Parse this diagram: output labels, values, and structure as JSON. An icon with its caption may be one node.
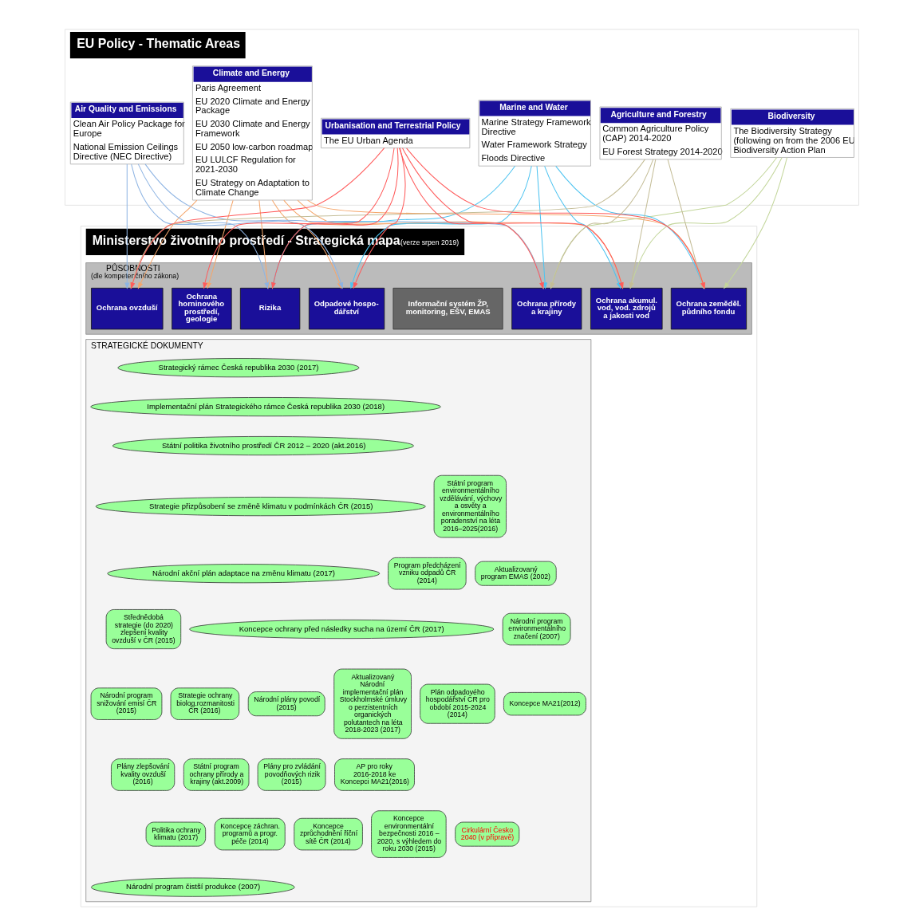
{
  "diagram": {
    "nodes": [
      {
        "text": [
          "EU Policy - Thematic Areas"
        ]
      },
      {
        "text": [
          "Climate and Energy",
          "Paris Agreement",
          "EU 2020 Climate and Energy Package",
          "EU 2030 Climate and Energy Framework",
          "EU 2050 low-carbon roadmap",
          "EU LULCF Regulation for 2021-2030",
          "EU Strategy on Adaptation to Climate Change"
        ],
        "in": 0
      },
      {
        "text": [
          "Air Quality and Emissions",
          "Clean Air Policy Package for Europe",
          "National Emission Ceilings Directive (NEC Directive)"
        ],
        "in": 0
      },
      {
        "text": [
          "Biodiversity",
          "The Biodiversity Strategy (following on from the 2006 EU Biodiversity Action Plan"
        ],
        "in": 0
      },
      {
        "text": [
          "Marine and Water",
          "Marine Strategy Framework Directive",
          "Water Framework Strategy",
          "Floods Directive"
        ],
        "in": 0
      },
      {
        "text": [
          "Agriculture and Forestry",
          "Common Agriculture Policy (CAP) 2014-2020",
          "EU Forest Strategy 2014-2020"
        ],
        "in": 0
      },
      {
        "text": [
          "Urbanisation and Terrestrial Policy",
          "The EU Urban Agenda"
        ],
        "in": 0
      },
      {
        "text": [
          "Ministerstvo životního prostředí - Strategická mapa",
          "(verze srpen 2019)"
        ]
      },
      {
        "text": [
          "PŮSOBNOSTI",
          "(dle kompetenčního zákona)"
        ],
        "in": 7
      },
      {
        "text": [
          "Ochrana ovzduší"
        ],
        "in": 8
      },
      {
        "text": [
          "Ochrana přírody a krajiny"
        ],
        "in": 8
      },
      {
        "text": [
          "Ochrana akumul. vod, vod. zdrojů a jakosti vod"
        ],
        "in": 8
      },
      {
        "text": [
          "Rizika"
        ],
        "in": 8
      },
      {
        "text": [
          "Ochrana zeměděl. půdního fondu"
        ],
        "in": 8
      },
      {
        "text": [
          "Ochrana horninového prostředí, geologie"
        ],
        "in": 8
      },
      {
        "text": [
          "Odpadové hospo-dářství"
        ],
        "in": 8
      },
      {
        "text": [
          "Informační systém ŽP, monitoring, EŠV, EMAS"
        ],
        "in": 8
      },
      {
        "text": [
          "STRATEGICKÉ DOKUMENTY"
        ],
        "in": 7
      },
      {
        "text": [
          "Strategický rámec Česká republika 2030 (2017)"
        ],
        "in": 17
      },
      {
        "text": [
          "Implementační plán Strategického rámce Česká republika 2030 (2018)"
        ],
        "in": 17
      },
      {
        "text": [
          "Státní politika životního prostředí ČR 2012 – 2020 (akt.2016)"
        ],
        "in": 17
      },
      {
        "text": [
          "Strategie přizpůsobení se změně klimatu v podmínkách ČR (2015)"
        ],
        "in": 17
      },
      {
        "text": [
          "Státní program environmentálního vzdělávání, výchovy a osvěty a environmentálního poradenství na léta 2016–2025(2016)"
        ],
        "in": 17
      },
      {
        "text": [
          "Národní akční plán adaptace na změnu klimatu (2017)"
        ],
        "in": 17
      },
      {
        "text": [
          "Program předcházení vzniku odpadů ČR (2014)"
        ],
        "in": 17
      },
      {
        "text": [
          "Aktualizovaný program EMAS (2002)"
        ],
        "in": 17
      },
      {
        "text": [
          "Koncepce ochrany před následky sucha na území ČR (2017)"
        ],
        "in": 17
      },
      {
        "text": [
          "Střednědobá strategie (do 2020) zlepšení kvality ovzduší v ČR (2015)"
        ],
        "in": 17
      },
      {
        "text": [
          "Strategie ochrany biolog.rozmanitosti ČR (2016)"
        ],
        "in": 17
      },
      {
        "text": [
          "Národní plány povodí (2015)"
        ],
        "in": 17
      },
      {
        "text": [
          "Aktualizovaný Národní implementační plán Stockholmské úmluvy o perzistentních organických polutantech na léta 2018-2023 (2017)"
        ],
        "in": 17
      },
      {
        "text": [
          "Národní program environmentálního značení (2007)"
        ],
        "in": 17
      },
      {
        "text": [
          "Plán odpadového hospodářství ČR pro období 2015-2024 (2014)"
        ],
        "in": 17
      },
      {
        "text": [
          "Národní program snižování emisí ČR (2015)"
        ],
        "in": 17
      },
      {
        "text": [
          "Koncepce MA21(2012)"
        ],
        "in": 17
      },
      {
        "text": [
          "Státní program ochrany přírody a krajiny (akt.2009)"
        ],
        "in": 17
      },
      {
        "text": [
          "Plány pro zvládání povodňových rizik (2015)"
        ],
        "in": 17
      },
      {
        "text": [
          "AP pro roky 2016-2018 ke Koncepci MA21(2016)"
        ],
        "in": 17
      },
      {
        "text": [
          "Plány zlepšování kvality ovzduší (2016)"
        ],
        "in": 17
      },
      {
        "text": [
          "Koncepce environmentální bezpečnosti 2016 – 2020, s výhledem do roku 2030 (2015)"
        ],
        "in": 17
      },
      {
        "text": [
          "Cirkulární Česko 2040 (v přípravě)"
        ],
        "in": 17
      },
      {
        "text": [
          "Politika ochrany klimatu (2017)"
        ],
        "in": 17
      },
      {
        "text": [
          "Koncepce záchran. programů a progr. péče (2014)"
        ],
        "in": 17
      },
      {
        "text": [
          "Koncepce zprůchodnění říční sítě ČR (2014)"
        ],
        "in": 17
      },
      {
        "text": [
          "Národní program čistší produkce (2007)"
        ],
        "in": 17
      }
    ],
    "edges": [
      {
        "from": 1,
        "to": 9,
        "arrow": "to",
        "color": "#f5a66b"
      },
      {
        "from": 1,
        "to": 10,
        "arrow": "to",
        "color": "#f5a66b"
      },
      {
        "from": 1,
        "to": 11,
        "arrow": "to",
        "color": "#f5a66b"
      },
      {
        "from": 1,
        "to": 12,
        "arrow": "to",
        "color": "#f5a66b"
      },
      {
        "from": 1,
        "to": 13,
        "arrow": "to",
        "color": "#f5a66b"
      },
      {
        "from": 1,
        "to": 14,
        "arrow": "to",
        "color": "#f5a66b"
      },
      {
        "from": 1,
        "to": 15,
        "arrow": "to",
        "color": "#f5a66b"
      },
      {
        "from": 2,
        "to": 9,
        "arrow": "to",
        "color": "#8eb4e3"
      },
      {
        "from": 2,
        "to": 10,
        "arrow": "to",
        "color": "#8eb4e3"
      },
      {
        "from": 2,
        "to": 12,
        "arrow": "to",
        "color": "#8eb4e3"
      },
      {
        "from": 2,
        "to": 15,
        "arrow": "to",
        "color": "#8eb4e3"
      },
      {
        "from": 3,
        "to": 10,
        "arrow": "to",
        "color": "#c3d69b"
      },
      {
        "from": 3,
        "to": 11,
        "arrow": "to",
        "color": "#c3d69b"
      },
      {
        "from": 3,
        "to": 13,
        "arrow": "to",
        "color": "#c3d69b"
      },
      {
        "from": 4,
        "to": 10,
        "arrow": "to",
        "color": "#4dc3f0"
      },
      {
        "from": 4,
        "to": 11,
        "arrow": "to",
        "color": "#4dc3f0"
      },
      {
        "from": 4,
        "to": 12,
        "arrow": "to",
        "color": "#4dc3f0"
      },
      {
        "from": 4,
        "to": 13,
        "arrow": "to",
        "color": "#4dc3f0"
      },
      {
        "from": 4,
        "to": 15,
        "arrow": "to",
        "color": "#4dc3f0"
      },
      {
        "from": 5,
        "to": 9,
        "arrow": "to",
        "color": "#c4bd97"
      },
      {
        "from": 5,
        "to": 10,
        "arrow": "to",
        "color": "#c4bd97"
      },
      {
        "from": 5,
        "to": 11,
        "arrow": "to",
        "color": "#c4bd97"
      },
      {
        "from": 5,
        "to": 13,
        "arrow": "to",
        "color": "#c4bd97"
      },
      {
        "from": 6,
        "to": 9,
        "arrow": "to",
        "color": "#ff5b5b"
      },
      {
        "from": 6,
        "to": 10,
        "arrow": "to",
        "color": "#ff5b5b"
      },
      {
        "from": 6,
        "to": 11,
        "arrow": "to",
        "color": "#ff5b5b"
      },
      {
        "from": 6,
        "to": 12,
        "arrow": "to",
        "color": "#ff5b5b"
      },
      {
        "from": 6,
        "to": 13,
        "arrow": "to",
        "color": "#ff5b5b"
      },
      {
        "from": 6,
        "to": 14,
        "arrow": "to",
        "color": "#ff5b5b"
      },
      {
        "from": 6,
        "to": 15,
        "arrow": "to",
        "color": "#ff5b5b"
      }
    ]
  }
}
